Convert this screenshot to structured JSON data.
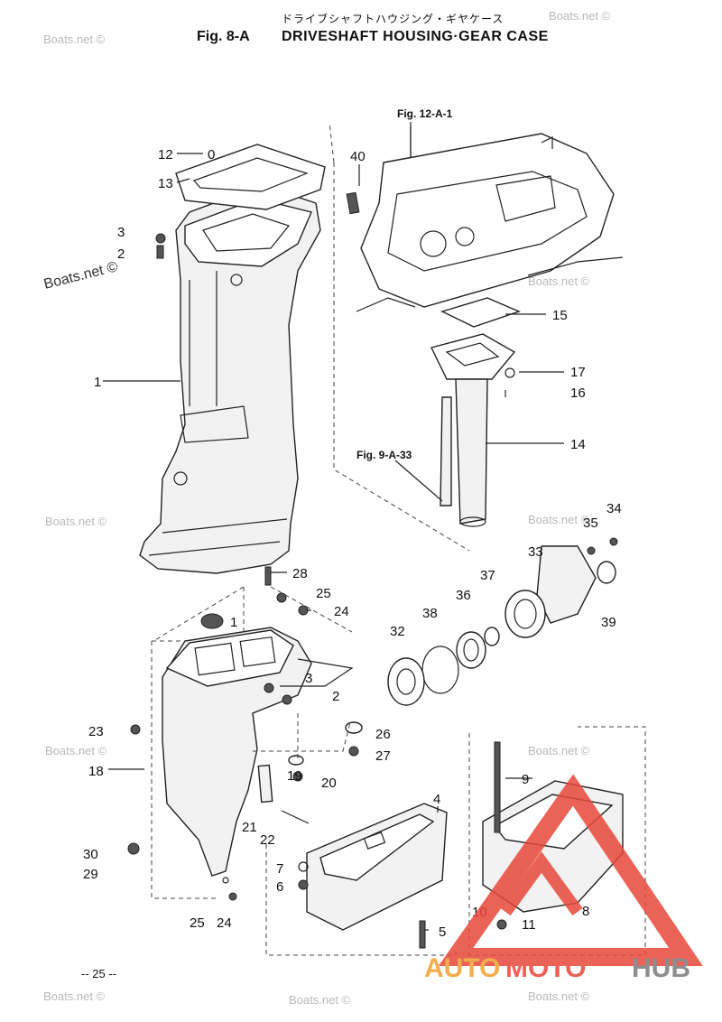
{
  "header": {
    "japanese_title": "ドライブシャフトハウジング・ギヤケース",
    "figure_number": "Fig. 8-A",
    "title": "DRIVESHAFT HOUSING·GEAR CASE"
  },
  "references": {
    "fig_12": "Fig. 12-A-1",
    "fig_9": "Fig. 9-A-33"
  },
  "labels": {
    "p12": "12",
    "p0": "0",
    "p13": "13",
    "p40": "40",
    "p3a": "3",
    "p2a": "2",
    "p1a": "1",
    "p15": "15",
    "p17": "17",
    "p16": "16",
    "p14": "14",
    "p34": "34",
    "p35": "35",
    "p33": "33",
    "p28": "28",
    "p37": "37",
    "p25a": "25",
    "p24a": "24",
    "p38": "38",
    "p36": "36",
    "p1b": "1",
    "p39": "39",
    "p32": "32",
    "p3b": "3",
    "p2b": "2",
    "p23": "23",
    "p26": "26",
    "p27": "27",
    "p18": "18",
    "p19": "19",
    "p20": "20",
    "p9": "9",
    "p4": "4",
    "p21": "21",
    "p22": "22",
    "p30": "30",
    "p29": "29",
    "p7": "7",
    "p6": "6",
    "p8": "8",
    "p10": "10",
    "p11": "11",
    "p25b": "25",
    "p24b": "24",
    "p5": "5"
  },
  "page_number": "-- 25 --",
  "watermark": "Boats.net ©",
  "logo": {
    "part1": "AUTO",
    "part2": "MOTO",
    "part3": "HUB",
    "color_red": "#e8473a",
    "color_orange": "#f0a030",
    "color_grey": "#7a7a7a"
  }
}
